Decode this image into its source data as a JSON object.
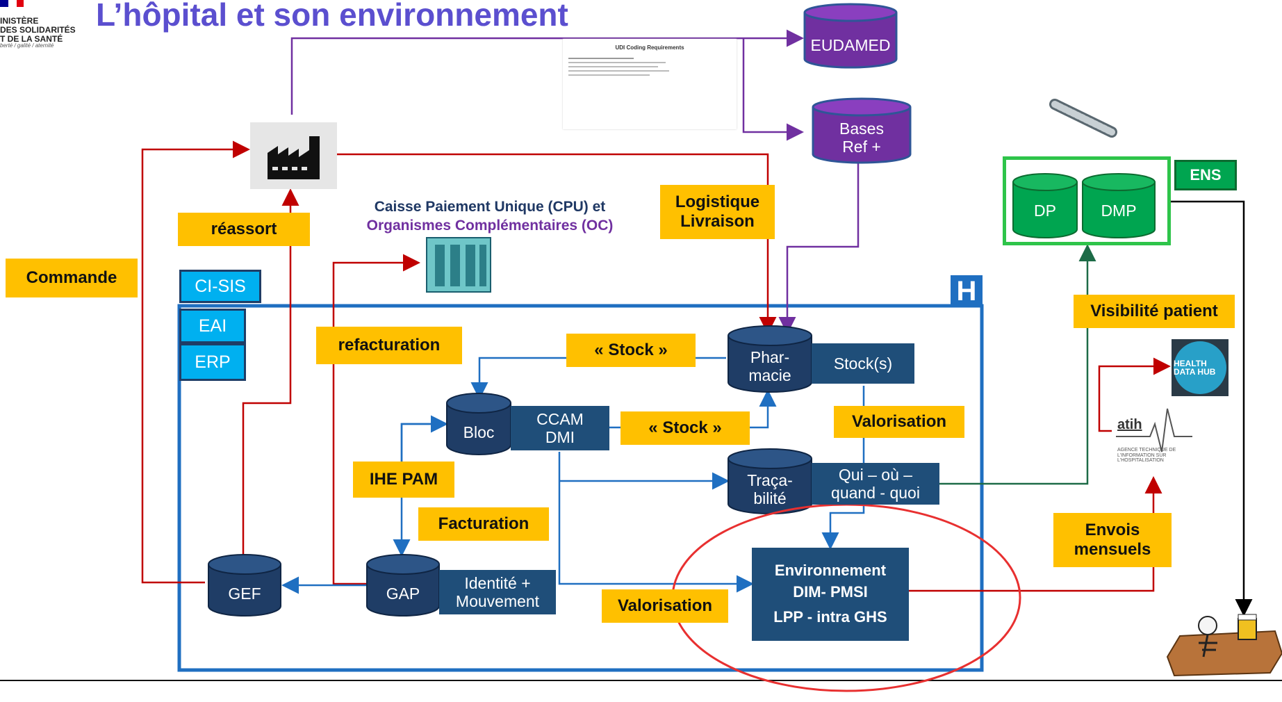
{
  "header": {
    "title": "L’hôpital et son environnement",
    "ministry_lines": [
      "INISTÈRE",
      "DES SOLIDARITÉS",
      "T DE LA SANTÉ"
    ],
    "motto": "berté / galité / aternité"
  },
  "external": {
    "eudamed": "EUDAMED",
    "bases_ref": [
      "Bases",
      "Ref +"
    ],
    "cpu_title_1": "Caisse Paiement Unique (CPU) et",
    "cpu_title_2": "Organismes Complémentaires (OC)",
    "ens": "ENS",
    "dp": "DP",
    "dmp": "DMP",
    "health_data_hub": "HEALTH DATA HUB",
    "atih": "atih",
    "atih_sub": "AGENCE TECHNIQUE DE L'INFORMATION SUR L'HOSPITALISATION",
    "udi_title": "UDI Coding Requirements"
  },
  "labels": {
    "commande": "Commande",
    "reassort": "réassort",
    "refacturation": "refacturation",
    "logistique": [
      "Logistique",
      "Livraison"
    ],
    "stock1": "« Stock »",
    "stock2": "« Stock »",
    "valorisation1": "Valorisation",
    "valorisation2": "Valorisation",
    "ihe_pam": "IHE PAM",
    "facturation": "Facturation",
    "visibilite": "Visibilité patient",
    "envois": [
      "Envois",
      "mensuels"
    ]
  },
  "systems": {
    "ci_sis": "CI-SIS",
    "eai": "EAI",
    "erp": "ERP",
    "hospital_mark": "H"
  },
  "nodes": {
    "pharmacie": [
      "Phar-",
      "macie"
    ],
    "stocks": "Stock(s)",
    "bloc": "Bloc",
    "ccam_dmi": [
      "CCAM",
      "DMI"
    ],
    "tracabilite": [
      "Traça-",
      "bilité"
    ],
    "qui_ou": [
      "Qui – où –",
      "quand - quoi"
    ],
    "gef": "GEF",
    "gap": "GAP",
    "identite": [
      "Identité +",
      "Mouvement"
    ],
    "environnement": [
      "Environnement",
      "DIM- PMSI",
      "LPP - intra GHS"
    ]
  },
  "colors": {
    "title": "#5b4fcf",
    "orange": "#ffc000",
    "navy": "#1f4e79",
    "purple": "#7030a0",
    "red": "#c00000",
    "frame_blue": "#1f6fc1",
    "green": "#00a550",
    "ellipse": "#e83030"
  },
  "icons": [
    "factory-icon",
    "building-icon",
    "stent-icon",
    "skeleton-icon",
    "barcode-icon",
    "heartbeat-icon"
  ]
}
